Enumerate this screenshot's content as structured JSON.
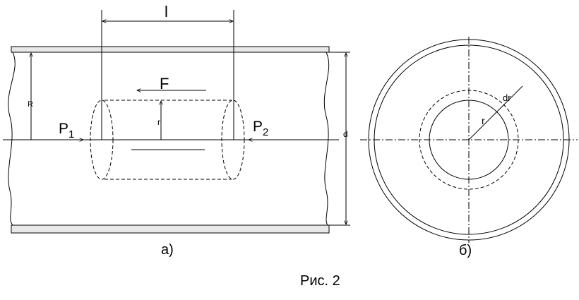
{
  "figure": {
    "caption": "Рис. 2",
    "panel_a": {
      "label": "а)",
      "length_label": "l",
      "force_label": "F",
      "pipe_radius_label": "R",
      "cylinder_radius_label": "r",
      "pressure_left": {
        "main": "P",
        "sub": "1"
      },
      "pressure_right": {
        "main": "P",
        "sub": "2"
      },
      "diameter_label": "d"
    },
    "panel_b": {
      "label": "б)",
      "radius_label": "r",
      "thickness_label": "dr"
    }
  }
}
